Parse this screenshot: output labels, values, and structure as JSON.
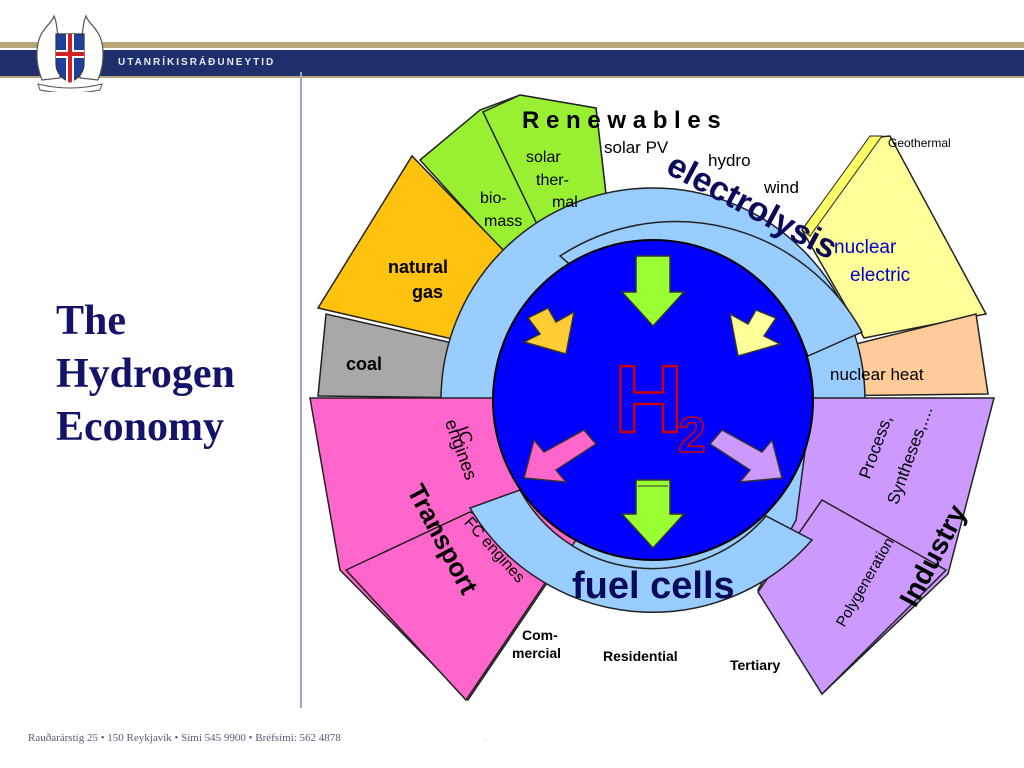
{
  "header": {
    "ministry_name": "UTANRÍKISRÁÐUNEYTID",
    "crest_icon": "icelandic-coat-of-arms-icon"
  },
  "slide": {
    "title_lines": [
      "The",
      "Hydrogen",
      "Economy"
    ]
  },
  "diagram": {
    "renewables_label": "R e n e w a b l e s",
    "sources": {
      "solar_pv": "solar PV",
      "hydro": "hydro",
      "wind": "wind",
      "solar_thermal": [
        "solar",
        "ther-",
        "mal"
      ],
      "biomass": [
        "bio-",
        "mass"
      ],
      "natural_gas": [
        "natural",
        "gas"
      ],
      "coal": "coal",
      "geothermal": "Geothermal",
      "nuclear_electric": [
        "nuclear",
        "electric"
      ],
      "nuclear_heat": "nuclear heat"
    },
    "electrolysis_label": "electrolysis",
    "fuel_cells_label": "fuel cells",
    "h2_main": "H",
    "h2_sub": "2",
    "uses": {
      "ic_engines": [
        "IC",
        "engines"
      ],
      "transport": "Transport",
      "fc_engines": "FC engines",
      "process": [
        "Process,",
        "Syntheses,...."
      ],
      "industry": "Industry",
      "polygeneration": "Polygeneration",
      "commercial": [
        "Com-",
        "mercial"
      ],
      "residential": "Residential",
      "tertiary": "Tertiary"
    },
    "colors": {
      "renewables": "#99f033",
      "natural_gas": "#ffc20e",
      "coal": "#a8a8a8",
      "geothermal": "#ffff99",
      "nuclear_heat": "#ffcc99",
      "transport": "#ff66cc",
      "industry": "#cc99ff",
      "ring": "#99ccff",
      "core": "#0000ff"
    }
  },
  "footer": {
    "address": "Rauðarárstíg 25 • 150 Reykjavík • Sími 545 9900 • Bréfsími: 562 4878",
    "mark": "."
  }
}
